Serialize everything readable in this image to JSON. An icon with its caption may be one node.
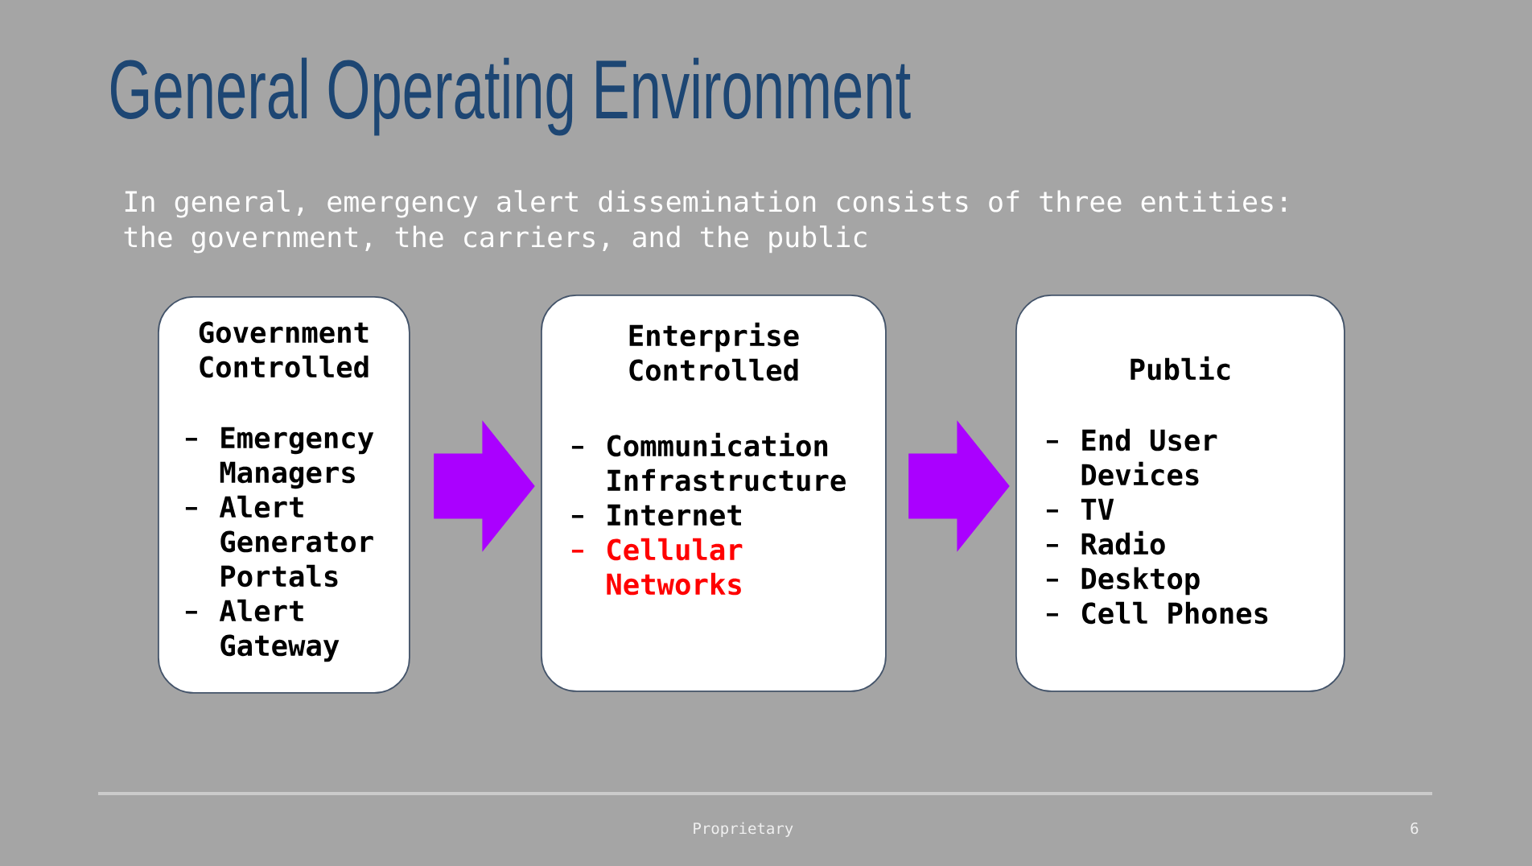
{
  "diagram": {
    "title": "General Operating Environment",
    "nodes": [
      {
        "text": [
          "Government Controlled",
          "Emergency Managers",
          "Alert Generator Portals",
          "Alert Gateway"
        ]
      },
      {
        "text": [
          "Enterprise Controlled",
          "Communication Infrastructure",
          "Internet",
          "Cellular Networks"
        ]
      },
      {
        "text": [
          "Public",
          "End User Devices",
          "TV",
          "Radio",
          "Desktop",
          "Cell Phones"
        ]
      }
    ],
    "edges": [
      {
        "from": 0,
        "to": 1,
        "arrow": "to"
      },
      {
        "from": 1,
        "to": 2,
        "arrow": "to"
      }
    ],
    "labels": [
      "In general, emergency alert dissemination consists of three entities: the government, the carriers, and the public",
      "Proprietary",
      "6"
    ]
  }
}
